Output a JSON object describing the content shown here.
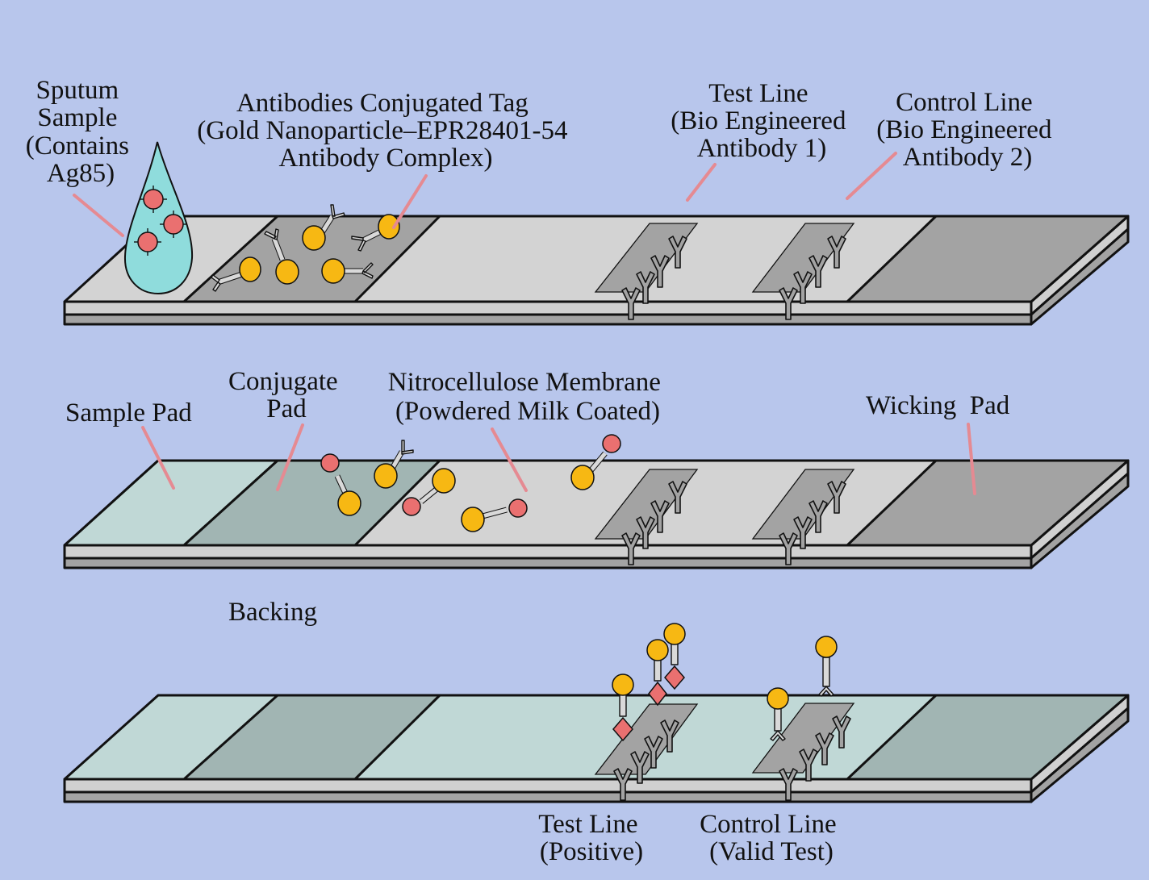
{
  "colors": {
    "background": "#b8c6ec",
    "strip_top": "#d3d3d3",
    "strip_side": "#d0d0d0",
    "strip_backing": "#a3a3a3",
    "sample_pad": "#c0d8d6",
    "conjugate_pad_strip1": "#a3a3a3",
    "conjugate_pad": "#a1b5b3",
    "wicking_pad": "#a3a3a3",
    "wicking_pad_result": "#a1b5b3",
    "membrane_result": "#c0d8d6",
    "line_zone": "#a3a3a3",
    "gold_nanoparticle": "#f7b813",
    "antigen": "#ea7070",
    "droplet": "#8fdcdc",
    "leader_line": "#e58a92"
  },
  "strips": [
    {
      "id": "strip-overview",
      "labels": {
        "sputum": [
          "Sputum",
          "Sample",
          "(Contains",
          "Ag85)"
        ],
        "conjugate_tag": [
          "Antibodies Conjugated Tag",
          "(Gold Nanoparticle–EPR28401-54",
          "Antibody Complex)"
        ],
        "test_line": [
          "Test Line",
          "(Bio Engineered",
          "Antibody 1)"
        ],
        "control_line": [
          "Control Line",
          "(Bio Engineered",
          "Antibody 2)"
        ]
      }
    },
    {
      "id": "strip-flow",
      "labels": {
        "sample_pad": [
          "Sample Pad"
        ],
        "conjugate_pad": [
          "Conjugate",
          "Pad"
        ],
        "membrane": [
          "Nitrocellulose Membrane",
          "(Powdered Milk Coated)"
        ],
        "wicking_pad": [
          "Wicking  Pad"
        ],
        "backing": [
          "Backing"
        ]
      }
    },
    {
      "id": "strip-result",
      "labels": {
        "test_line": [
          "Test Line",
          "(Positive)"
        ],
        "control_line": [
          "Control Line",
          "(Valid Test)"
        ]
      }
    }
  ]
}
